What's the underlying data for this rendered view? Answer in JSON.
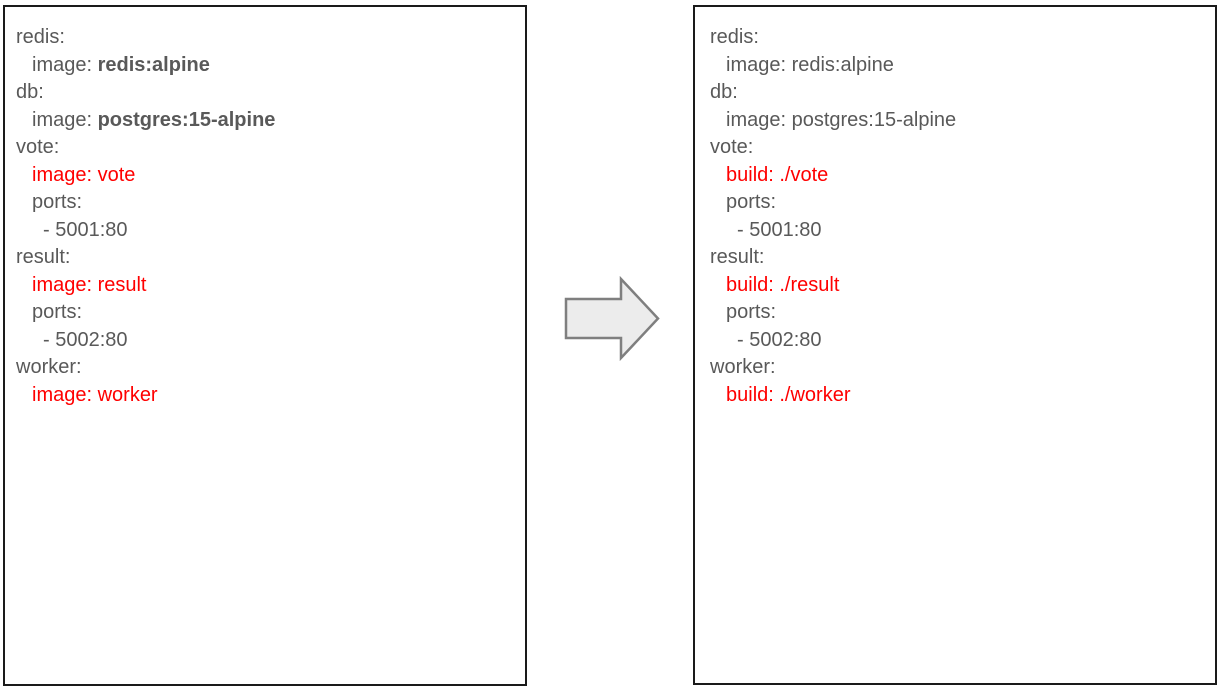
{
  "colors": {
    "text_gray": "#595959",
    "highlight_red": "#ff0000",
    "box_border": "#1a1a1a",
    "arrow_fill": "#ececec",
    "arrow_stroke": "#7f7f7f"
  },
  "left_panel": {
    "lines": [
      {
        "indent": 0,
        "segments": [
          {
            "text": "redis:",
            "style": "gray"
          }
        ]
      },
      {
        "indent": 1,
        "segments": [
          {
            "text": "image: ",
            "style": "gray"
          },
          {
            "text": "redis:alpine",
            "style": "gray-bold"
          }
        ]
      },
      {
        "indent": 0,
        "segments": [
          {
            "text": "db:",
            "style": "gray"
          }
        ]
      },
      {
        "indent": 1,
        "segments": [
          {
            "text": "image: ",
            "style": "gray"
          },
          {
            "text": "postgres:15-alpine",
            "style": "gray-bold"
          }
        ]
      },
      {
        "indent": 0,
        "segments": [
          {
            "text": "vote:",
            "style": "gray"
          }
        ]
      },
      {
        "indent": 1,
        "segments": [
          {
            "text": "image: vote",
            "style": "red"
          }
        ]
      },
      {
        "indent": 1,
        "segments": [
          {
            "text": "ports:",
            "style": "gray"
          }
        ]
      },
      {
        "indent": 2,
        "segments": [
          {
            "text": "- 5001:80",
            "style": "gray"
          }
        ]
      },
      {
        "indent": 0,
        "segments": [
          {
            "text": "result:",
            "style": "gray"
          }
        ]
      },
      {
        "indent": 1,
        "segments": [
          {
            "text": "image: result",
            "style": "red"
          }
        ]
      },
      {
        "indent": 1,
        "segments": [
          {
            "text": "ports:",
            "style": "gray"
          }
        ]
      },
      {
        "indent": 2,
        "segments": [
          {
            "text": "- 5002:80",
            "style": "gray"
          }
        ]
      },
      {
        "indent": 0,
        "segments": [
          {
            "text": "worker:",
            "style": "gray"
          }
        ]
      },
      {
        "indent": 1,
        "segments": [
          {
            "text": "image: worker",
            "style": "red"
          }
        ]
      }
    ]
  },
  "right_panel": {
    "lines": [
      {
        "indent": 0,
        "segments": [
          {
            "text": "redis:",
            "style": "gray"
          }
        ]
      },
      {
        "indent": 1,
        "segments": [
          {
            "text": "image: redis:alpine",
            "style": "gray"
          }
        ]
      },
      {
        "indent": 0,
        "segments": [
          {
            "text": "db:",
            "style": "gray"
          }
        ]
      },
      {
        "indent": 1,
        "segments": [
          {
            "text": "image: postgres:15-alpine",
            "style": "gray"
          }
        ]
      },
      {
        "indent": 0,
        "segments": [
          {
            "text": "vote:",
            "style": "gray"
          }
        ]
      },
      {
        "indent": 1,
        "segments": [
          {
            "text": "build: ./vote",
            "style": "red"
          }
        ]
      },
      {
        "indent": 1,
        "segments": [
          {
            "text": "ports:",
            "style": "gray"
          }
        ]
      },
      {
        "indent": 2,
        "segments": [
          {
            "text": "- 5001:80",
            "style": "gray"
          }
        ]
      },
      {
        "indent": 0,
        "segments": [
          {
            "text": "result:",
            "style": "gray"
          }
        ]
      },
      {
        "indent": 1,
        "segments": [
          {
            "text": "build: ./result",
            "style": "red"
          }
        ]
      },
      {
        "indent": 1,
        "segments": [
          {
            "text": "ports:",
            "style": "gray"
          }
        ]
      },
      {
        "indent": 2,
        "segments": [
          {
            "text": "- 5002:80",
            "style": "gray"
          }
        ]
      },
      {
        "indent": 0,
        "segments": [
          {
            "text": "worker:",
            "style": "gray"
          }
        ]
      },
      {
        "indent": 1,
        "segments": [
          {
            "text": "build: ./worker",
            "style": "red"
          }
        ]
      }
    ]
  },
  "arrow": {
    "name": "right-block-arrow",
    "direction": "right"
  }
}
